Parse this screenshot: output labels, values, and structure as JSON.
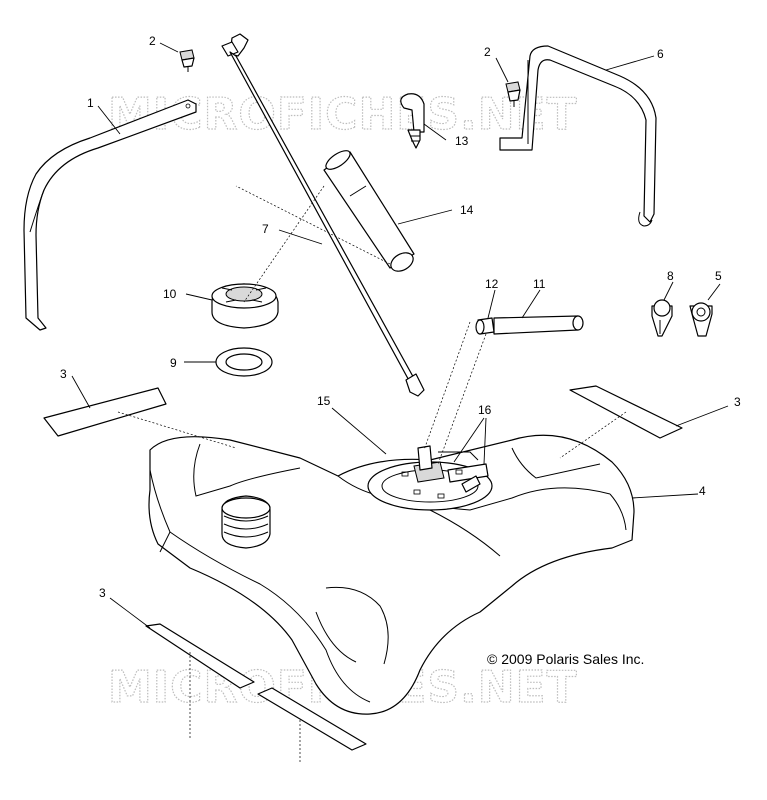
{
  "watermark": "MICROFICHES.NET",
  "copyright": "© 2009 Polaris Sales Inc.",
  "callouts": {
    "c1": "1",
    "c2a": "2",
    "c2b": "2",
    "c3a": "3",
    "c3b": "3",
    "c3c": "3",
    "c4": "4",
    "c5": "5",
    "c6": "6",
    "c7": "7",
    "c8": "8",
    "c9": "9",
    "c10": "10",
    "c11": "11",
    "c12": "12",
    "c13": "13",
    "c14": "14",
    "c15": "15",
    "c16": "16"
  }
}
